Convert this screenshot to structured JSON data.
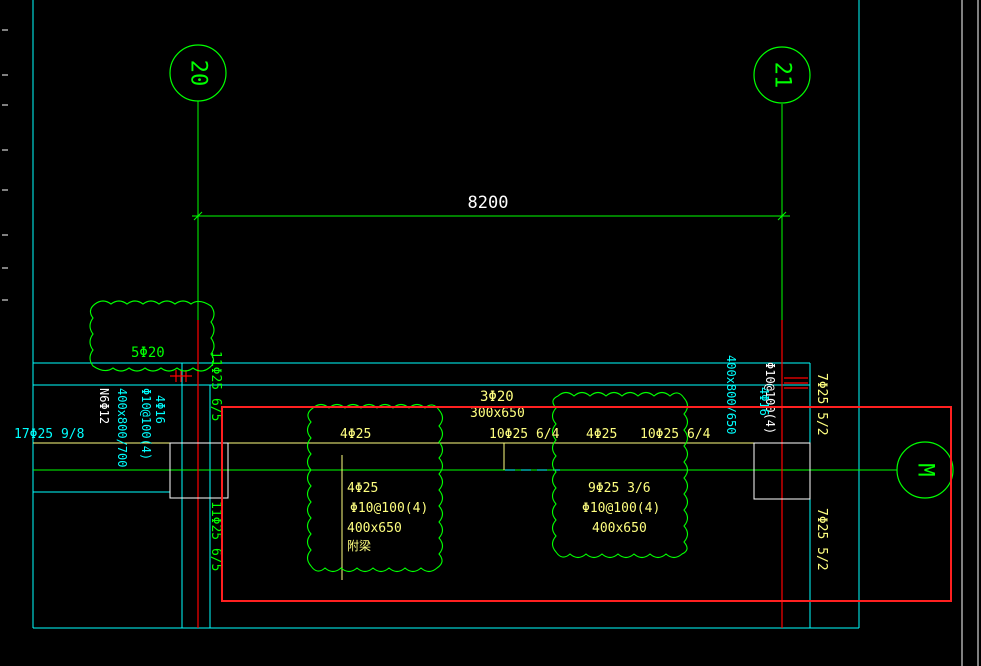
{
  "axes": {
    "left_label": "20",
    "right_label": "21",
    "row_label": "M",
    "span_dimension": "8200"
  },
  "left_column": {
    "top_bar": "5Φ20",
    "v_rebar_top": "11Φ25 6/5",
    "v_rebar_bottom": "11Φ25 6/5",
    "side_1": "4Φ16",
    "side_2": "Φ10@100(4)",
    "side_3": "400x800/700",
    "side_4": "N6Φ12",
    "beam_rebar": "17Φ25 9/8"
  },
  "main_beam": {
    "top_rebar": "3Φ20",
    "section": "300x650",
    "left_support": "10Φ25 6/4",
    "mid_top": "4Φ25",
    "right_support": "10Φ25 6/4"
  },
  "left_secondary_beam": {
    "top": "4Φ25",
    "bottom": "4Φ25",
    "stirrup": "Φ10@100(4)",
    "section": "400x650",
    "note": "附梁"
  },
  "right_secondary_beam": {
    "bottom": "9Φ25 3/6",
    "stirrup": "Φ10@100(4)",
    "section": "400x650"
  },
  "right_column": {
    "side_1": "Φ10@100(4)",
    "side_2": "400x800/650",
    "side_3": "4Φ16",
    "v_rebar_top": "7Φ25 5/2",
    "v_rebar_bottom": "7Φ25 5/2"
  },
  "colors": {
    "background": "#000000",
    "axis": "#00ff00",
    "beam_outline": "#00ffff",
    "rebar_line": "#ffff80",
    "text_green": "#00ff00",
    "text_cyan": "#00ffff",
    "highlight": "#ff2020",
    "column_red": "#ff0000",
    "white_outline": "#ffffff"
  }
}
